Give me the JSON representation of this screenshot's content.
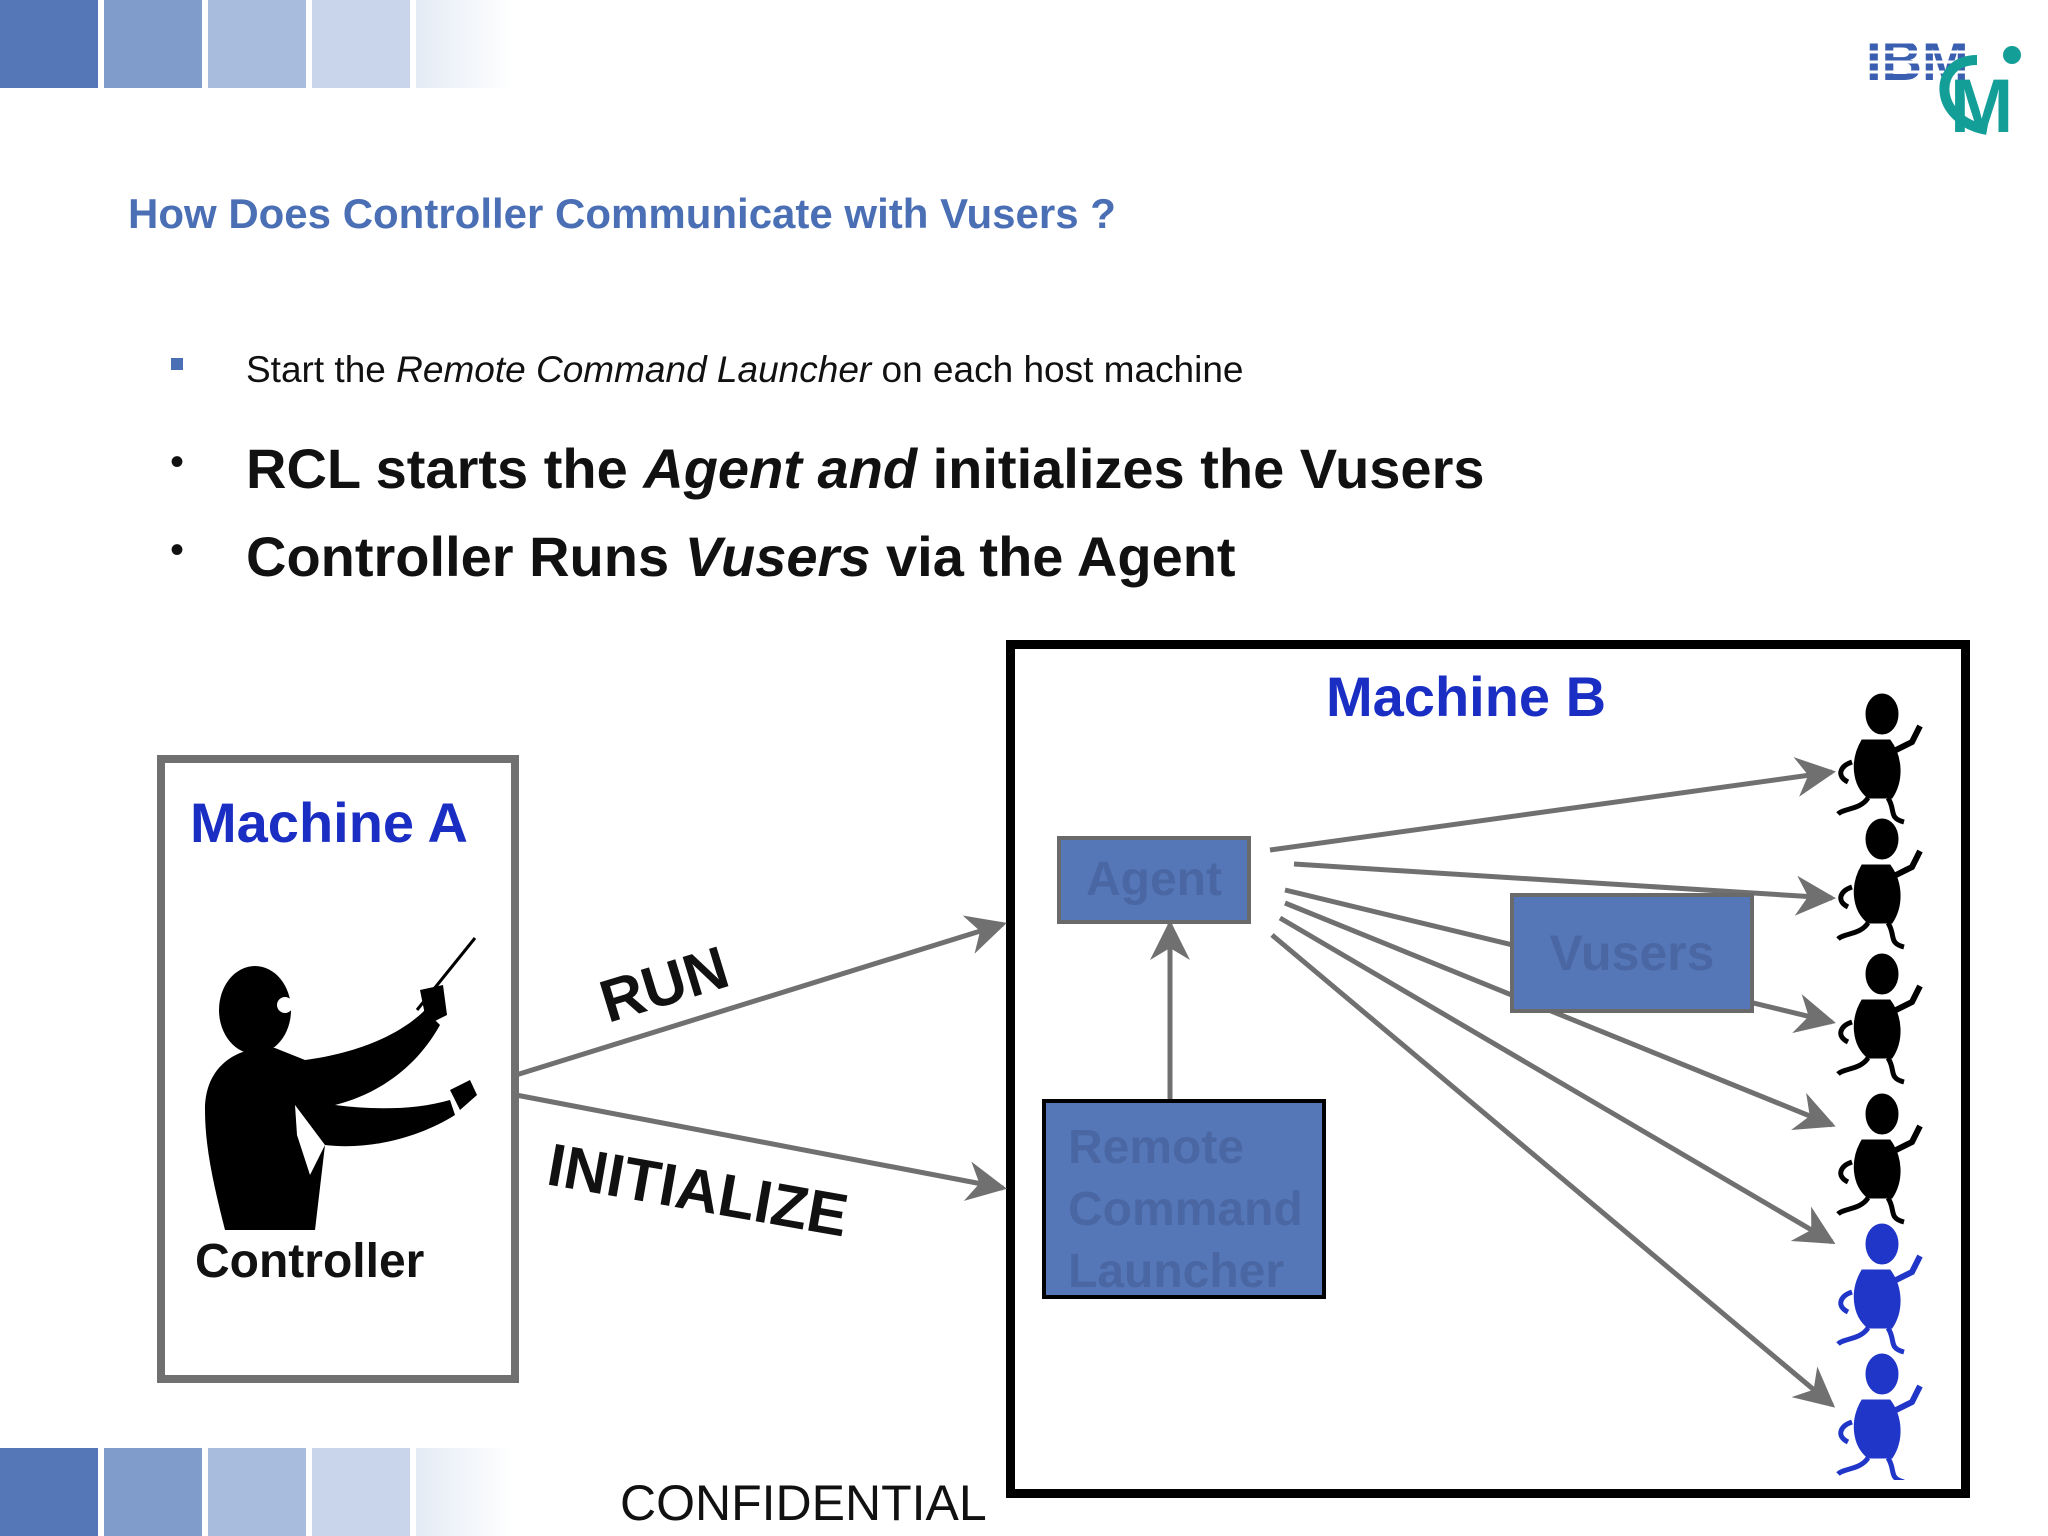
{
  "header": {
    "logo_text": "IBM"
  },
  "slide": {
    "title": "How Does Controller Communicate with Vusers ?",
    "sub_bullet": {
      "prefix": "Start the ",
      "emphasis": "Remote Command Launcher",
      "suffix": " on each host machine"
    },
    "bullets": [
      {
        "prefix": "RCL starts the ",
        "emphasis": "Agent and",
        "suffix": " initializes the Vusers"
      },
      {
        "prefix": "Controller Runs ",
        "emphasis": "Vusers",
        "suffix": " via the Agent"
      }
    ]
  },
  "diagram": {
    "machine_a": {
      "title": "Machine A",
      "label": "Controller"
    },
    "machine_b": {
      "title": "Machine B"
    },
    "agent": "Agent",
    "vusers": "Vusers",
    "rcl_lines": [
      "Remote",
      "Command",
      "Launcher"
    ],
    "run_label": "RUN",
    "init_label": "INITIALIZE"
  },
  "footer": {
    "confidential": "CONFIDENTIAL"
  },
  "colors": {
    "accent": "#4a6fb5",
    "machine_title": "#1a2ec4",
    "box_fill": "#5577b7",
    "arrow": "#707070",
    "blue_user": "#2036c8"
  },
  "icons": [
    "conductor-icon",
    "vuser-figure-icon",
    "ibm-cm-logo"
  ]
}
